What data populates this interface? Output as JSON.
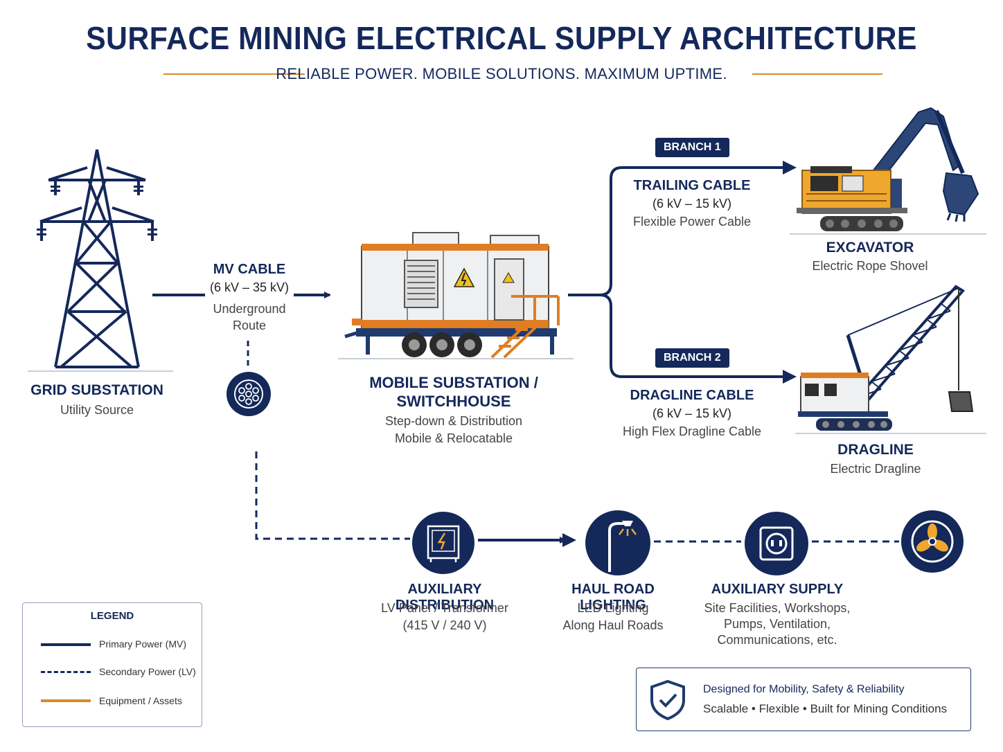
{
  "header": {
    "title": "SURFACE MINING ELECTRICAL SUPPLY ARCHITECTURE",
    "subtitle": "RELIABLE POWER.  MOBILE SOLUTIONS.  MAXIMUM UPTIME."
  },
  "grid": {
    "title": "GRID SUBSTATION",
    "subtitle": "Utility Source"
  },
  "mv_cable": {
    "title": "MV CABLE",
    "voltage": "(6 kV – 35 kV)",
    "desc_line1": "Underground",
    "desc_line2": "Route"
  },
  "mobile_substation": {
    "title_line1": "MOBILE SUBSTATION /",
    "title_line2": "SWITCHHOUSE",
    "desc_line1": "Step-down & Distribution",
    "desc_line2": "Mobile & Relocatable"
  },
  "branch1": {
    "badge": "BRANCH 1",
    "title": "TRAILING CABLE",
    "voltage": "(6 kV – 15 kV)",
    "desc": "Flexible Power Cable"
  },
  "branch2": {
    "badge": "BRANCH 2",
    "title": "DRAGLINE CABLE",
    "voltage": "(6 kV – 15 kV)",
    "desc": "High Flex Dragline Cable"
  },
  "excavator": {
    "title": "EXCAVATOR",
    "subtitle": "Electric Rope Shovel"
  },
  "dragline": {
    "title": "DRAGLINE",
    "subtitle": "Electric Dragline"
  },
  "aux_distribution": {
    "title": "AUXILIARY DISTRIBUTION",
    "line1": "LV Panel / Transformer",
    "line2": "(415 V / 240 V)"
  },
  "haul_road": {
    "title": "HAUL ROAD LIGHTING",
    "line1": "LED Lighting",
    "line2": "Along Haul Roads"
  },
  "aux_supply": {
    "title": "AUXILIARY SUPPLY",
    "line1": "Site Facilities, Workshops,",
    "line2": "Pumps, Ventilation,",
    "line3": "Communications, etc."
  },
  "legend": {
    "title": "LEGEND",
    "items": [
      {
        "label": "Primary Power (MV)",
        "style": "solid",
        "color": "#14285a"
      },
      {
        "label": "Secondary Power (LV)",
        "style": "dashed",
        "color": "#14285a"
      },
      {
        "label": "Equipment / Assets",
        "style": "solid",
        "color": "#d98b2b"
      }
    ]
  },
  "footer": {
    "line1": "Designed for Mobility, Safety & Reliability",
    "line2": "Scalable • Flexible • Built for Mining Conditions"
  },
  "icons": [
    "transmission-tower-icon",
    "cable-cross-section-icon",
    "mobile-substation-trailer-icon",
    "excavator-icon",
    "dragline-icon",
    "lv-panel-icon",
    "street-light-icon",
    "power-socket-icon",
    "fan-icon",
    "shield-check-icon"
  ],
  "colors": {
    "navy": "#14285a",
    "orange": "#d98b2b",
    "white": "#ffffff"
  }
}
